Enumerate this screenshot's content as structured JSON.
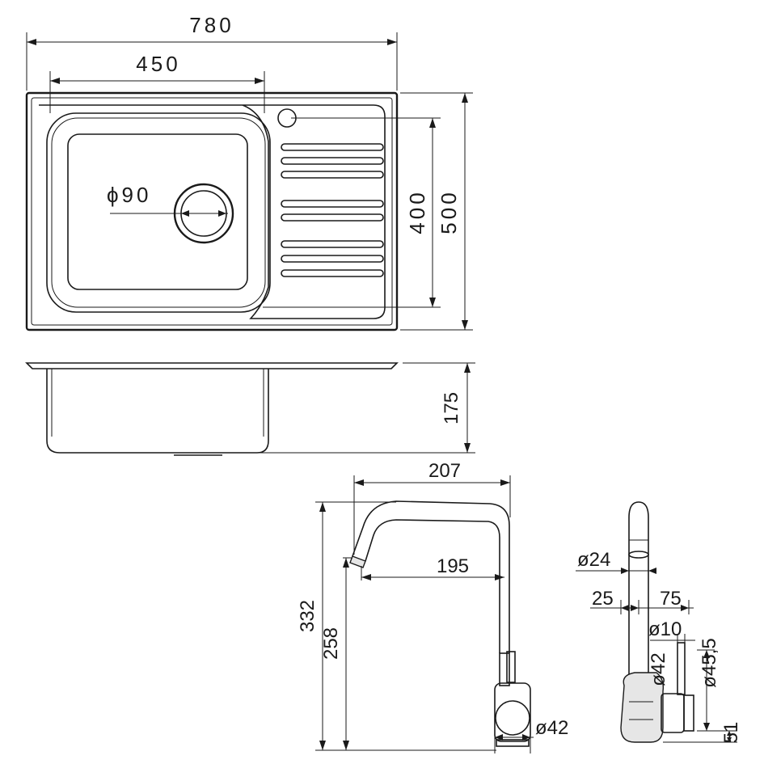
{
  "chart_data": {
    "type": "table",
    "sink_top_view": {
      "overall_width": "780",
      "bowl_width": "450",
      "outlet_diameter": "ϕ90",
      "bowl_depth": "400",
      "overall_depth": "500"
    },
    "sink_side_view": {
      "height": "175"
    },
    "faucet_front_view": {
      "reach": "207",
      "spout_reach": "195",
      "total_height": "332",
      "spout_height": "258",
      "base_diameter": "ø42"
    },
    "faucet_side_view": {
      "spout_diameter": "ø24",
      "offset": "25",
      "lever_reach": "75",
      "lever_diameter": "ø10",
      "body_diameter": "ø42",
      "handle_height": "ø45,5",
      "base_height": "51"
    }
  }
}
